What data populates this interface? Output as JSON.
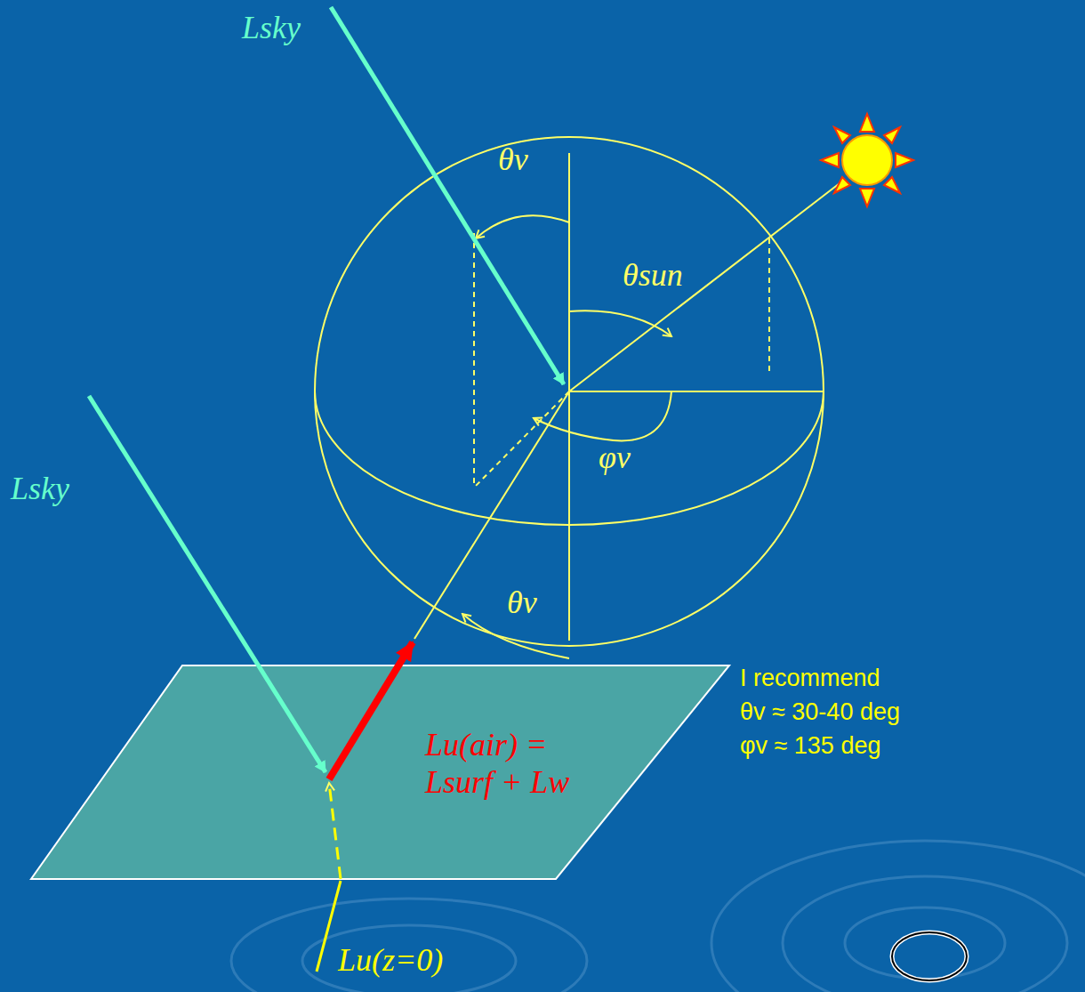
{
  "diagram": {
    "labels": [
      "Lsky",
      "θv",
      "θsun",
      "Lsky",
      "φv",
      "θv",
      "Lu(air) =",
      "Lsurf + Lw",
      "I recommend",
      "θv ≈ 30-40 deg",
      "φv ≈ 135 deg",
      "Lu(z=0)"
    ]
  }
}
